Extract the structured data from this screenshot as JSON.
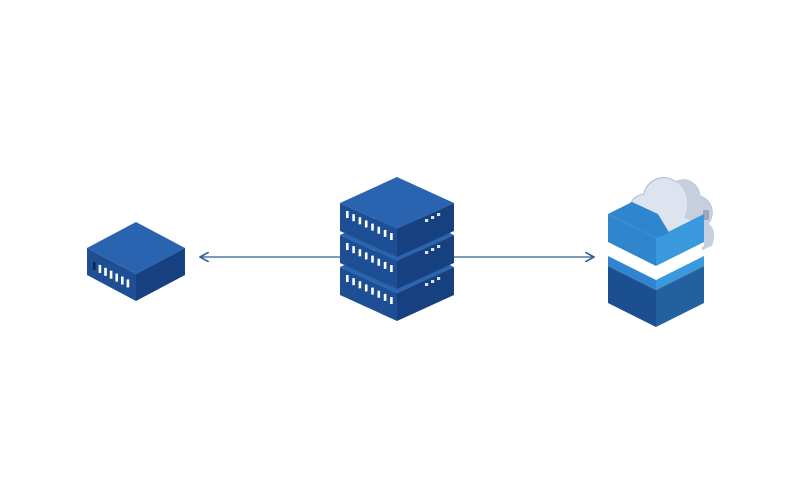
{
  "diagram": {
    "nodes": [
      {
        "id": "edge-device",
        "icon": "network-switch-icon"
      },
      {
        "id": "server-stack",
        "icon": "server-stack-icon",
        "units": 3
      },
      {
        "id": "cloud-storage",
        "icon": "cloud-storage-box-icon"
      }
    ],
    "connections": [
      {
        "from": "server-stack",
        "to": "edge-device",
        "arrow": "to"
      },
      {
        "from": "server-stack",
        "to": "cloud-storage",
        "arrow": "to"
      }
    ]
  },
  "colors": {
    "background": "#ffffff",
    "device_top": "#2a64b1",
    "device_left": "#1e4f94",
    "device_right": "#174080",
    "port": "#ffffff",
    "port_dark": "#0f2a55",
    "box_upper_left": "#2f86cf",
    "box_upper_right": "#3a98dc",
    "box_lower_left": "#1b4f8f",
    "box_lower_right": "#22609f",
    "cloud_fill": "#dde3ef",
    "cloud_stroke": "#aeb8cc",
    "line": "#2d5f95"
  }
}
